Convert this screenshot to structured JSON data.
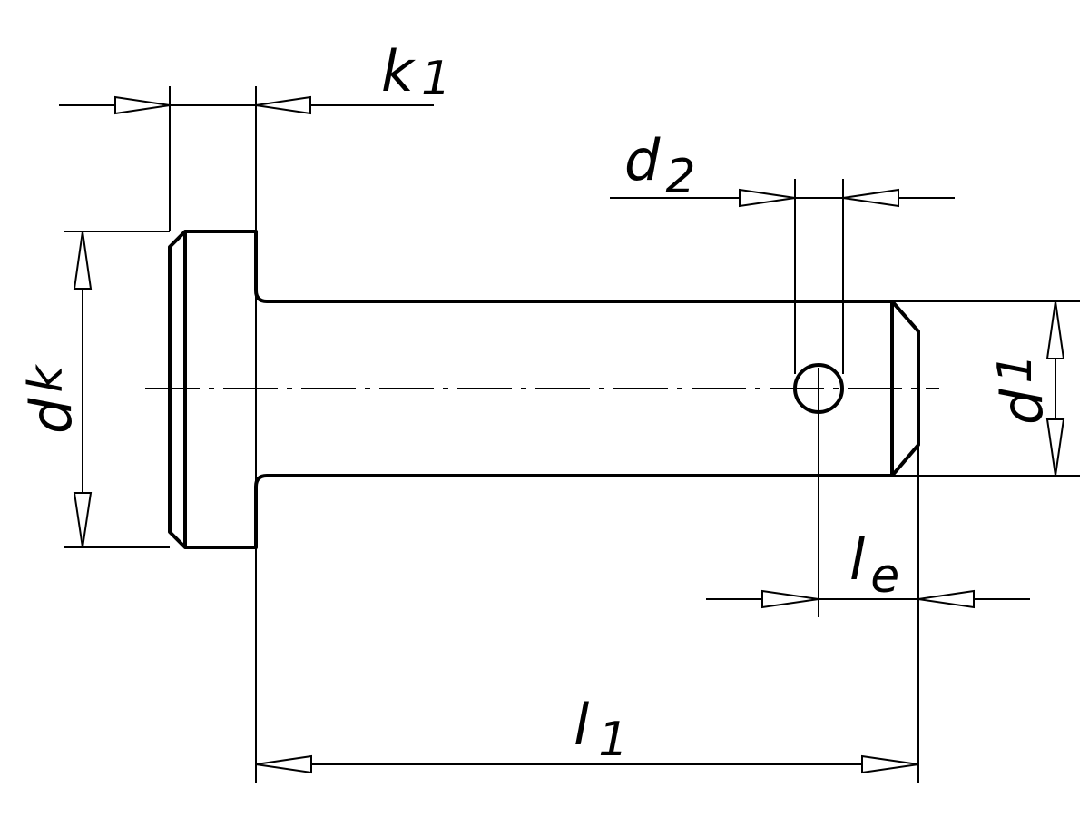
{
  "drawing": {
    "title": "Clevis pin with head dimensions",
    "labels": {
      "k1": {
        "main": "k",
        "sub": "1"
      },
      "d2": {
        "main": "d",
        "sub": "2"
      },
      "dk": {
        "main": "d",
        "sub": "k"
      },
      "d1": {
        "main": "d",
        "sub": "1"
      },
      "le": {
        "main": "l",
        "sub": "e"
      },
      "l1": {
        "main": "l",
        "sub": "1"
      }
    }
  }
}
